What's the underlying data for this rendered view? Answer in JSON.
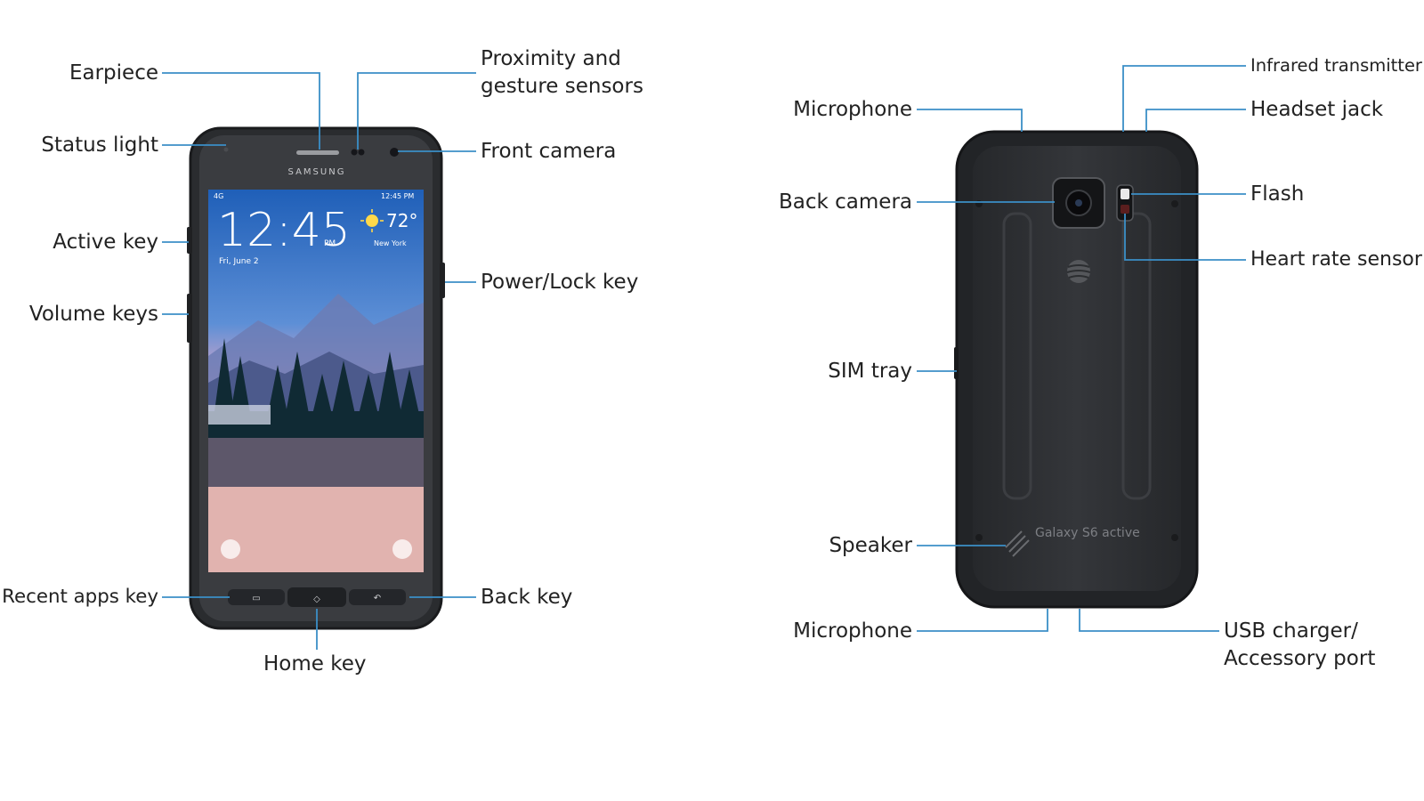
{
  "front": {
    "brand": "SAMSUNG",
    "status_bar": {
      "carrier": "4G",
      "clock": "12:45 PM"
    },
    "clock_time": "12:45",
    "clock_ampm": "PM",
    "weather_temp": "72°",
    "weather_city": "New York",
    "date": "Fri, June 2",
    "labels": {
      "earpiece": "Earpiece",
      "proximity_line1": "Proximity and",
      "proximity_line2": "gesture sensors",
      "status_light": "Status light",
      "front_camera": "Front camera",
      "active_key": "Active key",
      "power_lock_key": "Power/Lock key",
      "volume_keys": "Volume keys",
      "recent_apps_key": "Recent apps key",
      "back_key": "Back key",
      "home_key": "Home key"
    }
  },
  "back": {
    "model": "Galaxy S6 active",
    "labels": {
      "infrared": "Infrared transmitter",
      "microphone_top": "Microphone",
      "headset_jack": "Headset jack",
      "back_camera": "Back camera",
      "flash": "Flash",
      "heart_rate": "Heart rate sensor",
      "sim_tray": "SIM tray",
      "speaker": "Speaker",
      "microphone_bottom": "Microphone",
      "usb_line1": "USB charger/",
      "usb_line2": "Accessory port"
    }
  },
  "colors": {
    "leader": "#3b8fc7",
    "phone_body": "#2f3134",
    "phone_bezel": "#3a3c40"
  }
}
